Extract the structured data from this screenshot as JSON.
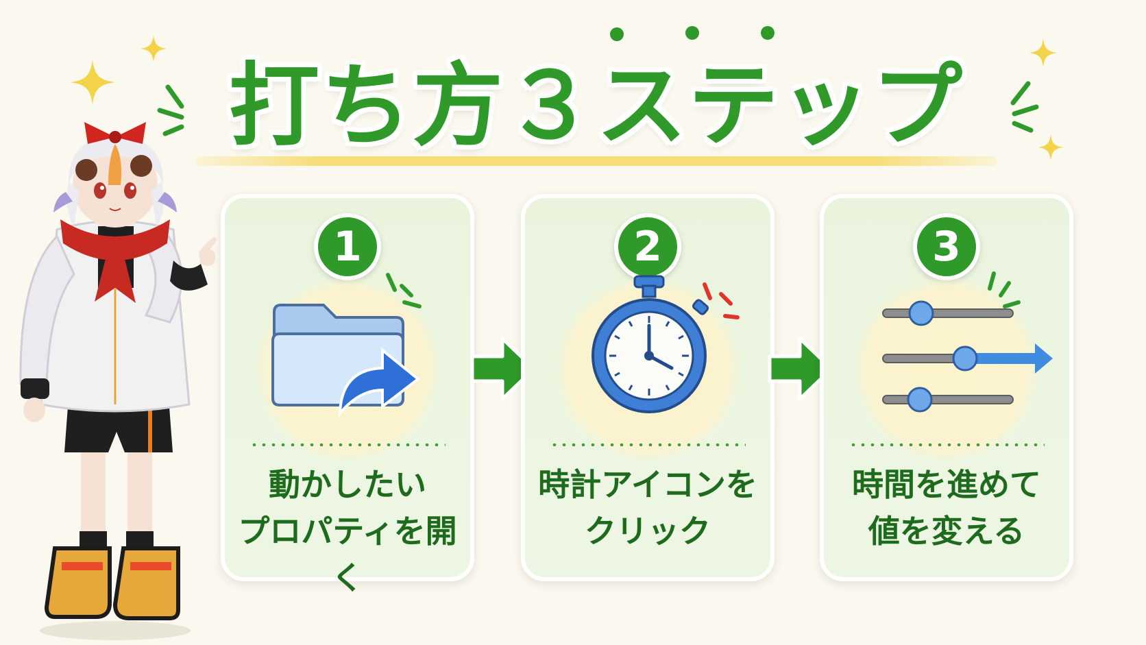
{
  "title": {
    "text": "打ち方３ステップ"
  },
  "steps": [
    {
      "number": "1",
      "line1": "動かしたい",
      "line2": "プロパティを開く",
      "icon": "folder-open-arrow-icon"
    },
    {
      "number": "2",
      "line1": "時計アイコンを",
      "line2": "クリック",
      "icon": "stopwatch-icon"
    },
    {
      "number": "3",
      "line1": "時間を進めて",
      "line2": "値を変える",
      "icon": "sliders-icon"
    }
  ],
  "colors": {
    "accent": "#2f9a2a",
    "text": "#1e6b1d",
    "card": "#eaf4dd",
    "sparkle": "#f3d34a",
    "icon_blue": "#3f7fd6"
  }
}
